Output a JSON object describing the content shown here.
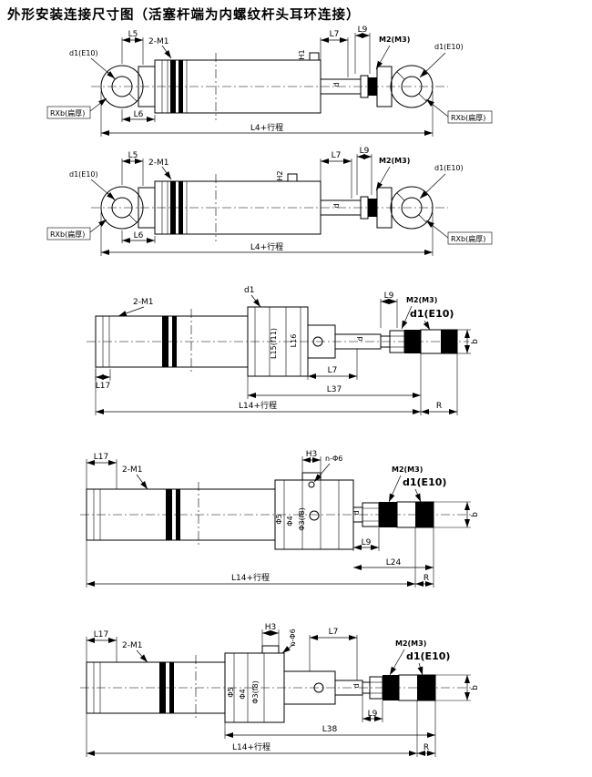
{
  "title": "外形安装连接尺寸图（活塞杆端为内螺纹杆头耳环连接）",
  "figures": {
    "fig1": {
      "labels": {
        "l5": "L5",
        "two_m1": "2-M1",
        "l7": "L7",
        "l9": "L9",
        "h1": "H1",
        "m2": "M2(M3)",
        "d1_left": "d1(E10)",
        "d1_right": "d1(E10)",
        "rxb_left": "RXb(扁厚)",
        "rxb_right": "RXb(扁厚)",
        "l6": "L6",
        "l4": "L4+行程",
        "d": "d"
      }
    },
    "fig2": {
      "labels": {
        "l5": "L5",
        "two_m1": "2-M1",
        "l7": "L7",
        "l9": "L9",
        "h2": "H2",
        "m2": "M2(M3)",
        "d1_left": "d1(E10)",
        "d1_right": "d1(E10)",
        "rxb_left": "RXb(扁厚)",
        "rxb_right": "RXb(扁厚)",
        "l6": "L6",
        "l4": "L4+行程",
        "d": "d"
      }
    },
    "fig3": {
      "labels": {
        "two_m1": "2-M1",
        "d1_top": "d1",
        "l9": "L9",
        "m2": "M2(M3)",
        "d1e10": "d1(E10)",
        "l15": "L15(f11)",
        "l16": "L16",
        "l7": "L7",
        "l37": "L37",
        "l14": "L14+行程",
        "l17": "L17",
        "r": "R",
        "b": "b",
        "d": "d"
      }
    },
    "fig4": {
      "labels": {
        "l17": "L17",
        "two_m1": "2-M1",
        "h3": "H3",
        "n_d6": "n-Φ6",
        "m2": "M2(M3)",
        "d1e10": "d1(E10)",
        "phi5": "Φ5",
        "phi4": "Φ4",
        "phi3": "Φ3(f8)",
        "l9": "L9",
        "l24": "L24",
        "l14": "L14+行程",
        "r": "R",
        "b": "b",
        "d": "d"
      }
    },
    "fig5": {
      "labels": {
        "l17": "L17",
        "two_m1": "2-M1",
        "h3": "H3",
        "n_d6": "n-Φ6",
        "l7": "L7",
        "m2": "M2(M3)",
        "d1e10": "d1(E10)",
        "phi5": "Φ5",
        "phi4": "Φ4",
        "phi3": "Φ3(f8)",
        "d": "d",
        "l9": "L9",
        "l38": "L38",
        "l14": "L14+行程",
        "r": "R",
        "b": "b"
      }
    }
  }
}
